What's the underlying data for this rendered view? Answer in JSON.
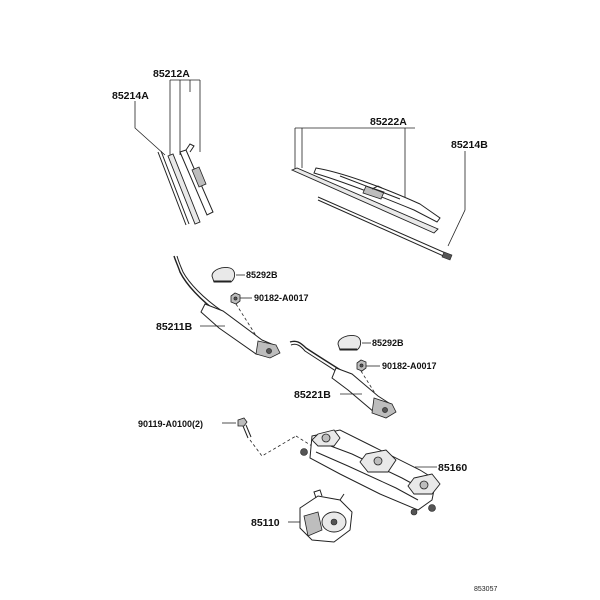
{
  "diagram": {
    "reference_code": "853057",
    "parts": {
      "blade_left": "85212A",
      "rubber_left": "85214A",
      "blade_right": "85222A",
      "rubber_right": "85214B",
      "cap_upper": "85292B",
      "nut_upper": "90182-A0017",
      "arm_left": "85211B",
      "cap_lower": "85292B",
      "nut_lower": "90182-A0017",
      "arm_right": "85221B",
      "bolt": "90119-A0100(2)",
      "link": "85160",
      "motor": "85110"
    }
  }
}
